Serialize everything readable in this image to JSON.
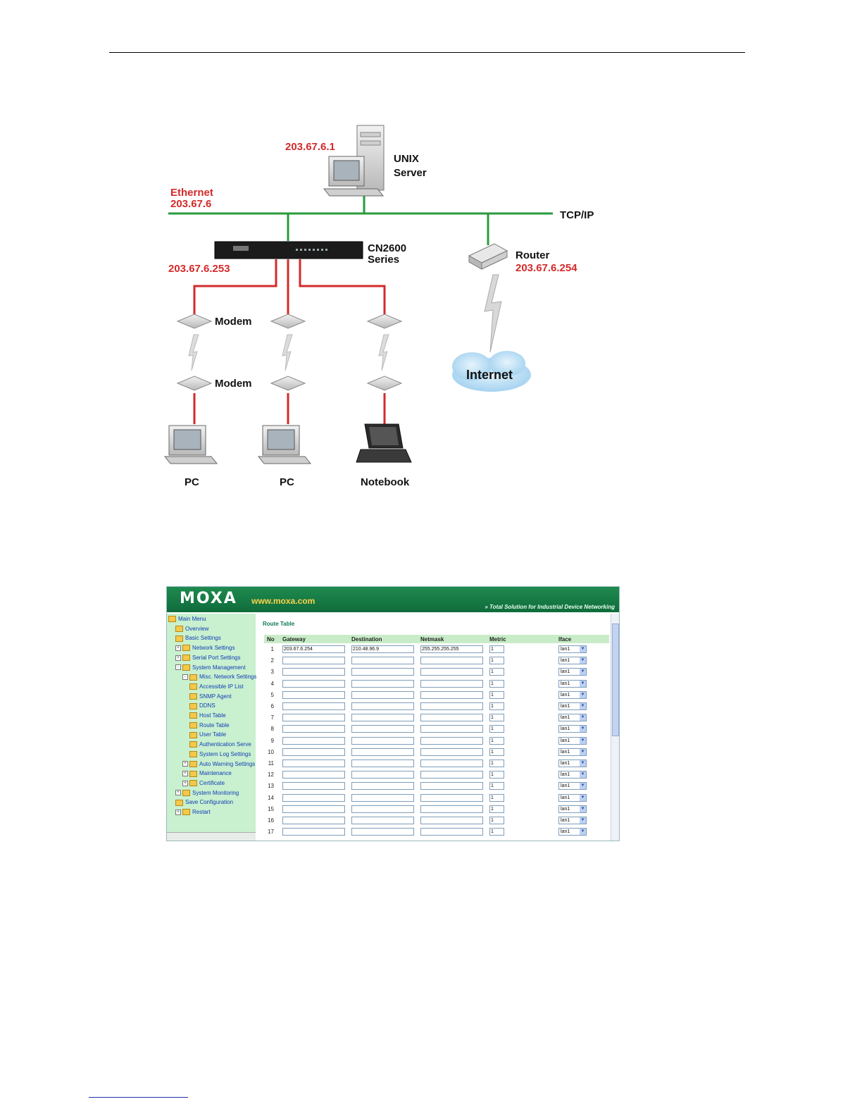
{
  "diagram": {
    "unix_ip": "203.67.6.1",
    "unix_label_1": "UNIX",
    "unix_label_2": "Server",
    "ethernet_label_1": "Ethernet",
    "ethernet_label_2": "203.67.6",
    "tcpip_label": "TCP/IP",
    "cn_label_1": "CN2600",
    "cn_label_2": "Series",
    "cn_ip": "203.67.6.253",
    "router_label": "Router",
    "router_ip": "203.67.6.254",
    "modem_label_1": "Modem",
    "modem_label_2": "Modem",
    "internet_label": "Internet",
    "pc_label_1": "PC",
    "pc_label_2": "PC",
    "notebook_label": "Notebook",
    "colors": {
      "ethernet": "#2a9a3c",
      "serial": "#d42a2a",
      "ip_text": "#d42a2a"
    }
  },
  "screenshot": {
    "logo": "MOXA",
    "site": "www.moxa.com",
    "tagline": "Total Solution for Industrial Device Networking",
    "menu": [
      {
        "label": "Main Menu",
        "level": 0,
        "expander": ""
      },
      {
        "label": "Overview",
        "level": 1,
        "expander": ""
      },
      {
        "label": "Basic Settings",
        "level": 1,
        "expander": ""
      },
      {
        "label": "Network Settings",
        "level": 1,
        "expander": "+"
      },
      {
        "label": "Serial Port Settings",
        "level": 1,
        "expander": "+"
      },
      {
        "label": "System Management",
        "level": 1,
        "expander": "-"
      },
      {
        "label": "Misc. Network Settings",
        "level": 2,
        "expander": "-"
      },
      {
        "label": "Accessible IP List",
        "level": 3,
        "expander": ""
      },
      {
        "label": "SNMP Agent",
        "level": 3,
        "expander": ""
      },
      {
        "label": "DDNS",
        "level": 3,
        "expander": ""
      },
      {
        "label": "Host Table",
        "level": 3,
        "expander": ""
      },
      {
        "label": "Route Table",
        "level": 3,
        "expander": ""
      },
      {
        "label": "User Table",
        "level": 3,
        "expander": ""
      },
      {
        "label": "Authentication Serve",
        "level": 3,
        "expander": ""
      },
      {
        "label": "System Log Settings",
        "level": 3,
        "expander": ""
      },
      {
        "label": "Auto Warning Settings",
        "level": 2,
        "expander": "+"
      },
      {
        "label": "Maintenance",
        "level": 2,
        "expander": "+"
      },
      {
        "label": "Certificate",
        "level": 2,
        "expander": "+"
      },
      {
        "label": "System Monitoring",
        "level": 1,
        "expander": "+"
      },
      {
        "label": "Save Configuration",
        "level": 1,
        "expander": ""
      },
      {
        "label": "Restart",
        "level": 1,
        "expander": "+"
      }
    ],
    "route_table_title": "Route Table",
    "columns": [
      "No",
      "Gateway",
      "Destination",
      "Netmask",
      "Metric",
      "Iface"
    ],
    "rows": [
      {
        "no": "1",
        "gateway": "203.67.6.254",
        "destination": "210.48.96.9",
        "netmask": "255.255.255.255",
        "metric": "1",
        "iface": "lan1"
      },
      {
        "no": "2",
        "gateway": "",
        "destination": "",
        "netmask": "",
        "metric": "1",
        "iface": "lan1"
      },
      {
        "no": "3",
        "gateway": "",
        "destination": "",
        "netmask": "",
        "metric": "1",
        "iface": "lan1"
      },
      {
        "no": "4",
        "gateway": "",
        "destination": "",
        "netmask": "",
        "metric": "1",
        "iface": "lan1"
      },
      {
        "no": "5",
        "gateway": "",
        "destination": "",
        "netmask": "",
        "metric": "1",
        "iface": "lan1"
      },
      {
        "no": "6",
        "gateway": "",
        "destination": "",
        "netmask": "",
        "metric": "1",
        "iface": "lan1"
      },
      {
        "no": "7",
        "gateway": "",
        "destination": "",
        "netmask": "",
        "metric": "1",
        "iface": "lan1"
      },
      {
        "no": "8",
        "gateway": "",
        "destination": "",
        "netmask": "",
        "metric": "1",
        "iface": "lan1"
      },
      {
        "no": "9",
        "gateway": "",
        "destination": "",
        "netmask": "",
        "metric": "1",
        "iface": "lan1"
      },
      {
        "no": "10",
        "gateway": "",
        "destination": "",
        "netmask": "",
        "metric": "1",
        "iface": "lan1"
      },
      {
        "no": "11",
        "gateway": "",
        "destination": "",
        "netmask": "",
        "metric": "1",
        "iface": "lan1"
      },
      {
        "no": "12",
        "gateway": "",
        "destination": "",
        "netmask": "",
        "metric": "1",
        "iface": "lan1"
      },
      {
        "no": "13",
        "gateway": "",
        "destination": "",
        "netmask": "",
        "metric": "1",
        "iface": "lan1"
      },
      {
        "no": "14",
        "gateway": "",
        "destination": "",
        "netmask": "",
        "metric": "1",
        "iface": "lan1"
      },
      {
        "no": "15",
        "gateway": "",
        "destination": "",
        "netmask": "",
        "metric": "1",
        "iface": "lan1"
      },
      {
        "no": "16",
        "gateway": "",
        "destination": "",
        "netmask": "",
        "metric": "1",
        "iface": "lan1"
      },
      {
        "no": "17",
        "gateway": "",
        "destination": "",
        "netmask": "",
        "metric": "1",
        "iface": "lan1"
      }
    ],
    "colors": {
      "banner": "#1f8a4f",
      "sidebar": "#c9f0cf",
      "header_row": "#c8ecc8",
      "menu_text": "#0f3db5",
      "title_text": "#0c7a5a"
    }
  }
}
